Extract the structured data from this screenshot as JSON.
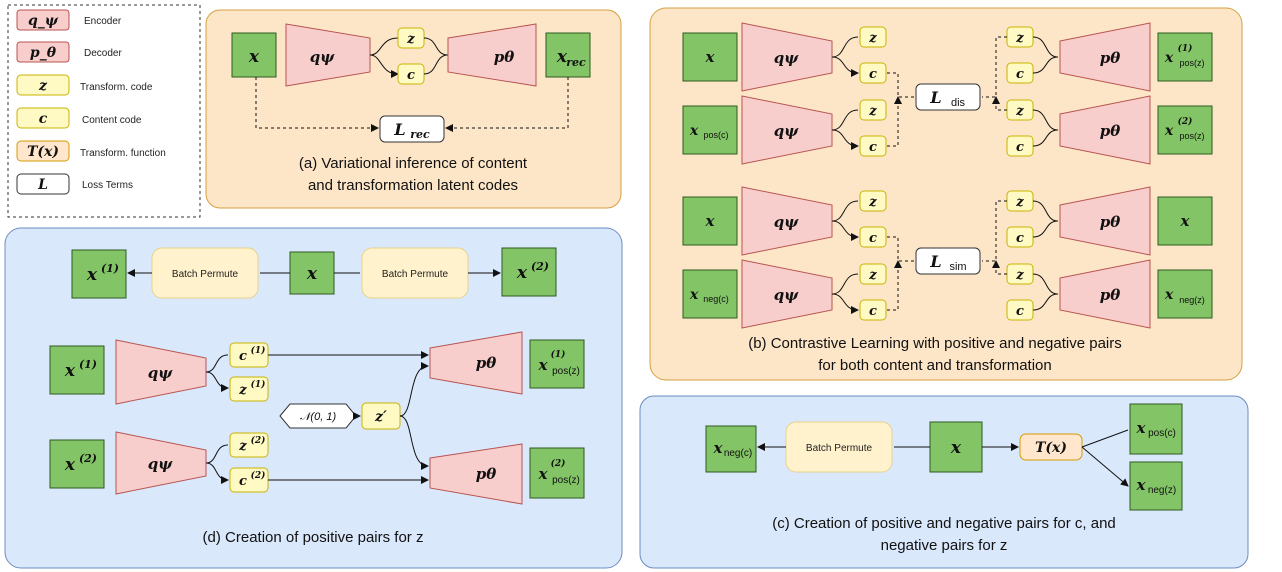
{
  "legend": {
    "items": [
      {
        "symbol": "q_ψ",
        "label": "Encoder"
      },
      {
        "symbol": "p_θ",
        "label": "Decoder"
      },
      {
        "symbol": "z",
        "label": "Transform. code"
      },
      {
        "symbol": "c",
        "label": "Content code"
      },
      {
        "symbol": "T(x)",
        "label": "Transform. function"
      },
      {
        "symbol": "L",
        "label": "Loss Terms"
      }
    ]
  },
  "panel_a": {
    "caption_line1": "(a) Variational inference of content",
    "caption_line2": "and transformation latent codes",
    "input": "x",
    "encoder": "qψ",
    "z": "z",
    "c": "c",
    "decoder": "pθ",
    "output": "x",
    "output_sub": "rec",
    "loss": "L",
    "loss_sub": "rec"
  },
  "panel_b": {
    "caption_line1": "(b) Contrastive Learning with positive and negative pairs",
    "caption_line2": "for both content and transformation",
    "loss_dis": "L",
    "loss_dis_sub": "dis",
    "loss_sim": "L",
    "loss_sim_sub": "sim",
    "inputs": [
      "x",
      "x",
      "x",
      "x"
    ],
    "input_subs": [
      "",
      "pos(c)",
      "",
      "neg(c)"
    ],
    "outputs": [
      "x",
      "x",
      "x",
      "x"
    ],
    "output_subs": [
      "pos(z)",
      "pos(z)",
      "",
      "neg(z)"
    ],
    "output_sups": [
      "(1)",
      "(2)",
      "",
      ""
    ],
    "encoder": "qψ",
    "decoder": "pθ",
    "z": "z",
    "c": "c"
  },
  "panel_c": {
    "caption_line1": "(c) Creation of positive and negative pairs for c, and",
    "caption_line2": "negative pairs for z",
    "batch_permute": "Batch Permute",
    "input": "x",
    "transform": "T(x)",
    "out_left": "x",
    "out_left_sub": "neg(c)",
    "out_top": "x",
    "out_top_sub": "pos(c)",
    "out_bottom": "x",
    "out_bottom_sub": "neg(z)"
  },
  "panel_d": {
    "caption": "(d) Creation of positive pairs for z",
    "batch_permute": "Batch Permute",
    "input": "x",
    "x1": "x",
    "x1_sup": "(1)",
    "x2": "x",
    "x2_sup": "(2)",
    "encoder": "qψ",
    "decoder": "pθ",
    "c1": "c",
    "c1_sup": "(1)",
    "z1": "z",
    "z1_sup": "(1)",
    "c2": "c",
    "c2_sup": "(2)",
    "z2": "z",
    "z2_sup": "(2)",
    "prior": "𝒩(0, 1)",
    "zprime": "z′",
    "out1": "x",
    "out1_sub": "pos(z)",
    "out1_sup": "(1)",
    "out2": "x",
    "out2_sub": "pos(z)",
    "out2_sup": "(2)"
  },
  "colors": {
    "encoder_fill": "#f8cecc",
    "encoder_stroke": "#b85450",
    "input_fill": "#82c466",
    "input_stroke": "#2d5a1e",
    "code_fill": "#fff9c4",
    "code_stroke": "#c8b400",
    "tfunc_fill": "#ffe6cc",
    "tfunc_stroke": "#d79b00",
    "panel_orange": "#fde6c8",
    "panel_orange_stroke": "#d6a040",
    "panel_blue": "#dae8fc",
    "panel_blue_stroke": "#6c8ebf"
  }
}
